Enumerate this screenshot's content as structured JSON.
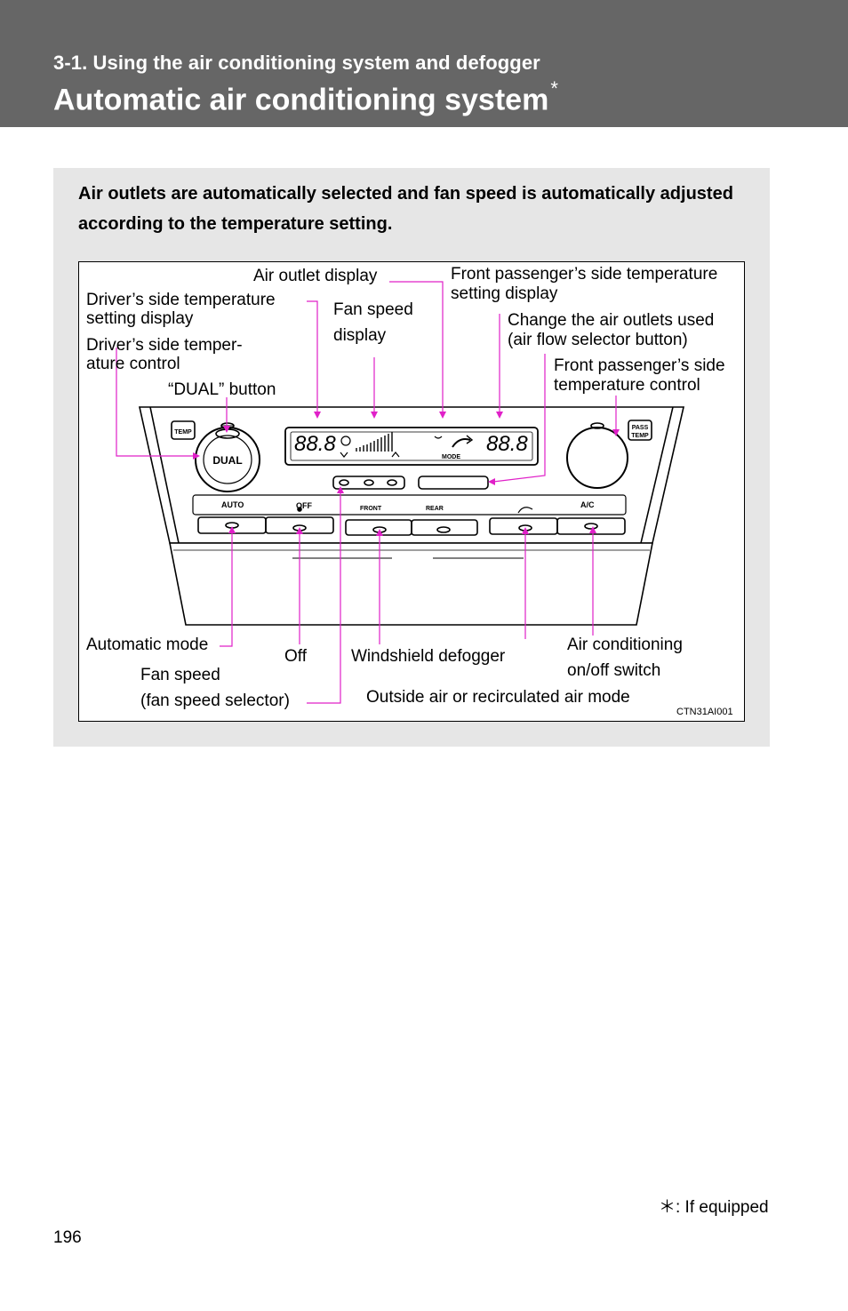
{
  "header": {
    "section": "3-1. Using the air conditioning system and defogger",
    "title": "Automatic air conditioning system",
    "title_mark": "*"
  },
  "intro": "Air outlets are automatically selected and fan speed is automatically adjusted according to the temperature setting.",
  "figure": {
    "labels": {
      "air_outlet_display": "Air outlet display",
      "front_pass_temp_display_1": "Front passenger’s side temperature",
      "front_pass_temp_display_2": "setting display",
      "driver_temp_display_1": "Driver’s  side  temperature",
      "driver_temp_display_2": "setting display",
      "fan_speed_display_1": "Fan speed",
      "fan_speed_display_2": "display",
      "change_outlets_1": "Change the air outlets used",
      "change_outlets_2": "(air flow selector button)",
      "driver_temp_control_1": "Driver’s  side  temper-",
      "driver_temp_control_2": "ature control",
      "front_pass_temp_control_1": "Front passenger’s side",
      "front_pass_temp_control_2": "temperature control",
      "dual_button": "“DUAL” button",
      "automatic_mode": "Automatic mode",
      "off": "Off",
      "windshield_defogger": "Windshield defogger",
      "air_conditioning_1": "Air conditioning",
      "air_conditioning_2": "on/off switch",
      "fan_speed_1": "Fan speed",
      "fan_speed_2": "(fan speed selector)",
      "outside_air": "Outside air or recirculated air mode"
    },
    "panel_text": {
      "temp": "TEMP",
      "dual": "DUAL",
      "pass": "PASS",
      "pass_temp": "TEMP",
      "digits_left": "88.8",
      "digits_right": "88.8",
      "mode": "MODE",
      "auto": "AUTO",
      "off": "OFF",
      "front": "FRONT",
      "rear": "REAR",
      "ac": "A/C"
    },
    "code": "CTN31AI001",
    "leader_color": "#e020c8"
  },
  "footnote": "＊: If equipped",
  "page_number": "196"
}
